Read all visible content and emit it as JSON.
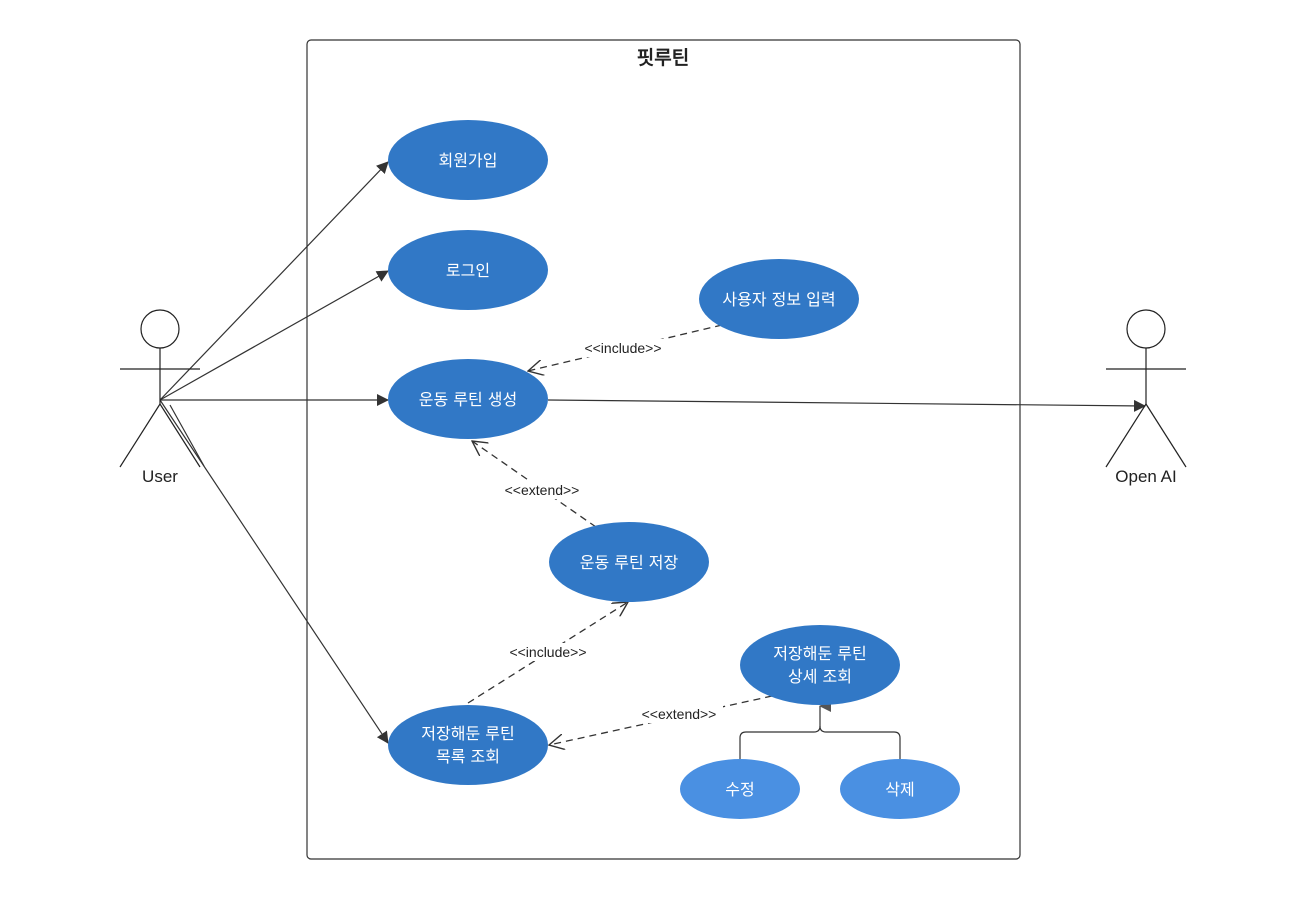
{
  "system": {
    "title": "핏루틴"
  },
  "actors": {
    "user": {
      "label": "User"
    },
    "openai": {
      "label": "Open AI"
    }
  },
  "use_cases": {
    "signup": {
      "lines": [
        "회원가입"
      ]
    },
    "login": {
      "lines": [
        "로그인"
      ]
    },
    "create_routine": {
      "lines": [
        "운동 루틴 생성"
      ]
    },
    "user_info_input": {
      "lines": [
        "사용자 정보 입력"
      ]
    },
    "save_routine": {
      "lines": [
        "운동 루틴 저장"
      ]
    },
    "saved_list": {
      "lines": [
        "저장해둔 루틴",
        "목록 조회"
      ]
    },
    "saved_detail": {
      "lines": [
        "저장해둔 루틴",
        "상세 조회"
      ]
    },
    "edit": {
      "lines": [
        "수정"
      ]
    },
    "delete": {
      "lines": [
        "삭제"
      ]
    }
  },
  "relationships": {
    "include_user_info": "<<include>>",
    "extend_save": "<<extend>>",
    "include_save": "<<include>>",
    "extend_detail": "<<extend>>"
  },
  "colors": {
    "use_case": "#3178c6",
    "use_case_light": "#4a90e2",
    "line": "#333333",
    "boundary": "#333333"
  }
}
